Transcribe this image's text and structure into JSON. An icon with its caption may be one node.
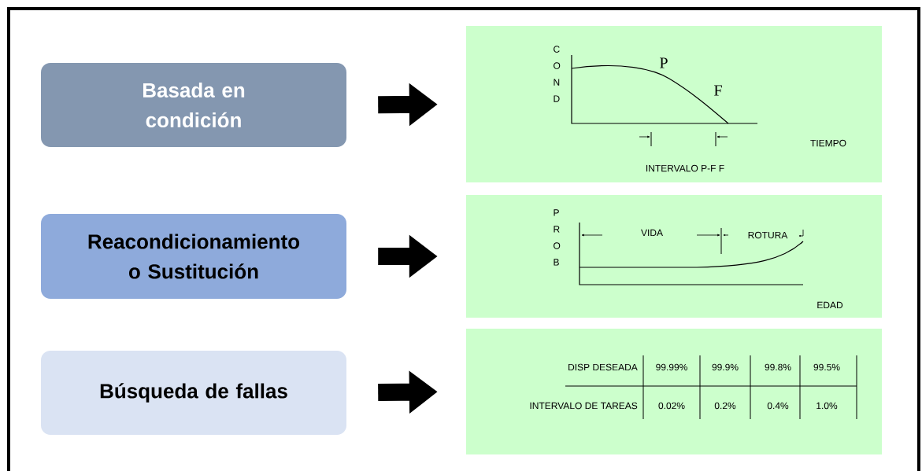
{
  "diagram": {
    "nodes": [
      {
        "text": [
          "Basada en condición"
        ]
      },
      {
        "text": [
          "Reacondicionamiento o Sustitución"
        ]
      },
      {
        "text": [
          "Búsqueda de fallas"
        ]
      },
      {
        "text": [
          "C O N D",
          "P",
          "F",
          "TIEMPO",
          "INTERVALO P-F F"
        ]
      },
      {
        "text": [
          "P R O B",
          "VIDA",
          "ROTURA",
          "EDAD"
        ]
      },
      {
        "text": [
          "DISP DESEADA",
          "99.99%",
          "99.9%",
          "99.8%",
          "99.5%",
          "INTERVALO DE TAREAS",
          "0.02%",
          "0.2%",
          "0.4%",
          "1.0%"
        ]
      }
    ],
    "edges": [
      {
        "from": 0,
        "to": 3,
        "arrow": "to"
      },
      {
        "from": 1,
        "to": 4,
        "arrow": "to"
      },
      {
        "from": 2,
        "to": 5,
        "arrow": "to"
      }
    ]
  }
}
